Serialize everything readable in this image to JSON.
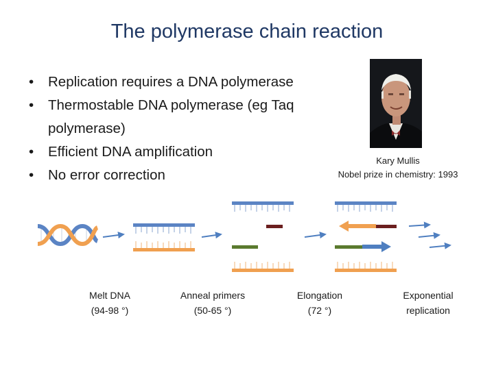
{
  "slide": {
    "title": "The polymerase chain reaction",
    "bullets": [
      "Replication requires a DNA polymerase",
      "Thermostable DNA polymerase (eg Taq polymerase)",
      "Efficient DNA amplification",
      "No error correction"
    ],
    "bullet_glyph": "•",
    "photo_caption": {
      "name": "Kary Mullis",
      "detail": "Nobel prize in chemistry: 1993"
    },
    "steps": [
      {
        "name": "Melt DNA",
        "temp": "(94-98 °)"
      },
      {
        "name": "Anneal primers",
        "temp": "(50-65 °)"
      },
      {
        "name": "Elongation",
        "temp": "(72 °)"
      },
      {
        "name": "Exponential",
        "temp": "replication"
      }
    ]
  },
  "colors": {
    "title": "#1f3864",
    "strand_blue": "#5b84c4",
    "strand_orange": "#f0a050",
    "primer_green": "#5a7a2e",
    "primer_maroon": "#6b1f1f",
    "arrow_blue": "#4f7fc0"
  }
}
